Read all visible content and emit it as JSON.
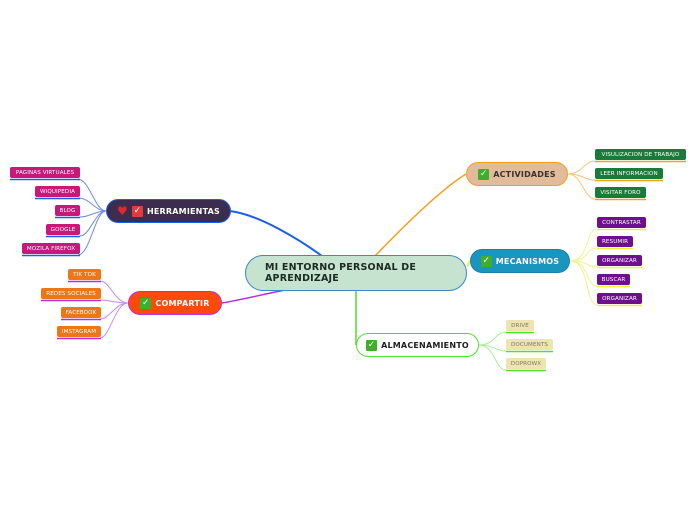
{
  "central": {
    "label": "MI ENTORNO PERSONAL DE APRENDIZAJE"
  },
  "branches": {
    "herramientas": {
      "label": "HERRAMIENTAS",
      "icons": [
        "heart-icon",
        "checkmark-icon"
      ],
      "color": "#3c2d4e",
      "line_color": "#1a5ee8",
      "children": [
        "PAGINAS VIRTUALES",
        "WIQUIPEDIA",
        "BLOG",
        "GOOGLE",
        "MOZILA FIREFOX"
      ],
      "child_color": "#c8197a"
    },
    "compartir": {
      "label": "COMPARTIR",
      "icons": [
        "checkmark-icon"
      ],
      "color": "#ff4a0a",
      "line_color": "#b42fe0",
      "children": [
        "TIK TOK",
        "REDES SOCIALES",
        "FACEBOOK",
        "IMSTAGRAM"
      ],
      "child_color": "#ee7616"
    },
    "actividades": {
      "label": "ACTIVIDADES",
      "icons": [
        "checkmark-icon"
      ],
      "color": "#e2bb9a",
      "line_color": "#f5a01c",
      "children": [
        "VISULIZACION DE TRABAJO",
        "LEER INFORMACION",
        "VISITAR FORO"
      ],
      "child_color": "#1a7a3a"
    },
    "mecanismos": {
      "label": "MECANISMOS",
      "icons": [
        "checkmark-icon"
      ],
      "color": "#1a95bd",
      "line_color": "#e6f53a",
      "children": [
        "CONTRASTAR",
        "RESUMIR",
        "ORGANIZAR",
        "BUSCAR",
        "ORGANIZAR"
      ],
      "child_color": "#6e0f8e"
    },
    "almacenamiento": {
      "label": "ALMACENAMIENTO",
      "icons": [
        "checkmark-icon"
      ],
      "color": "#ffffff",
      "line_color": "#4ee12e",
      "children": [
        "DRIVE",
        "DOCUMENTS",
        "DOPROWX"
      ],
      "child_color": "#ede4b0"
    }
  }
}
